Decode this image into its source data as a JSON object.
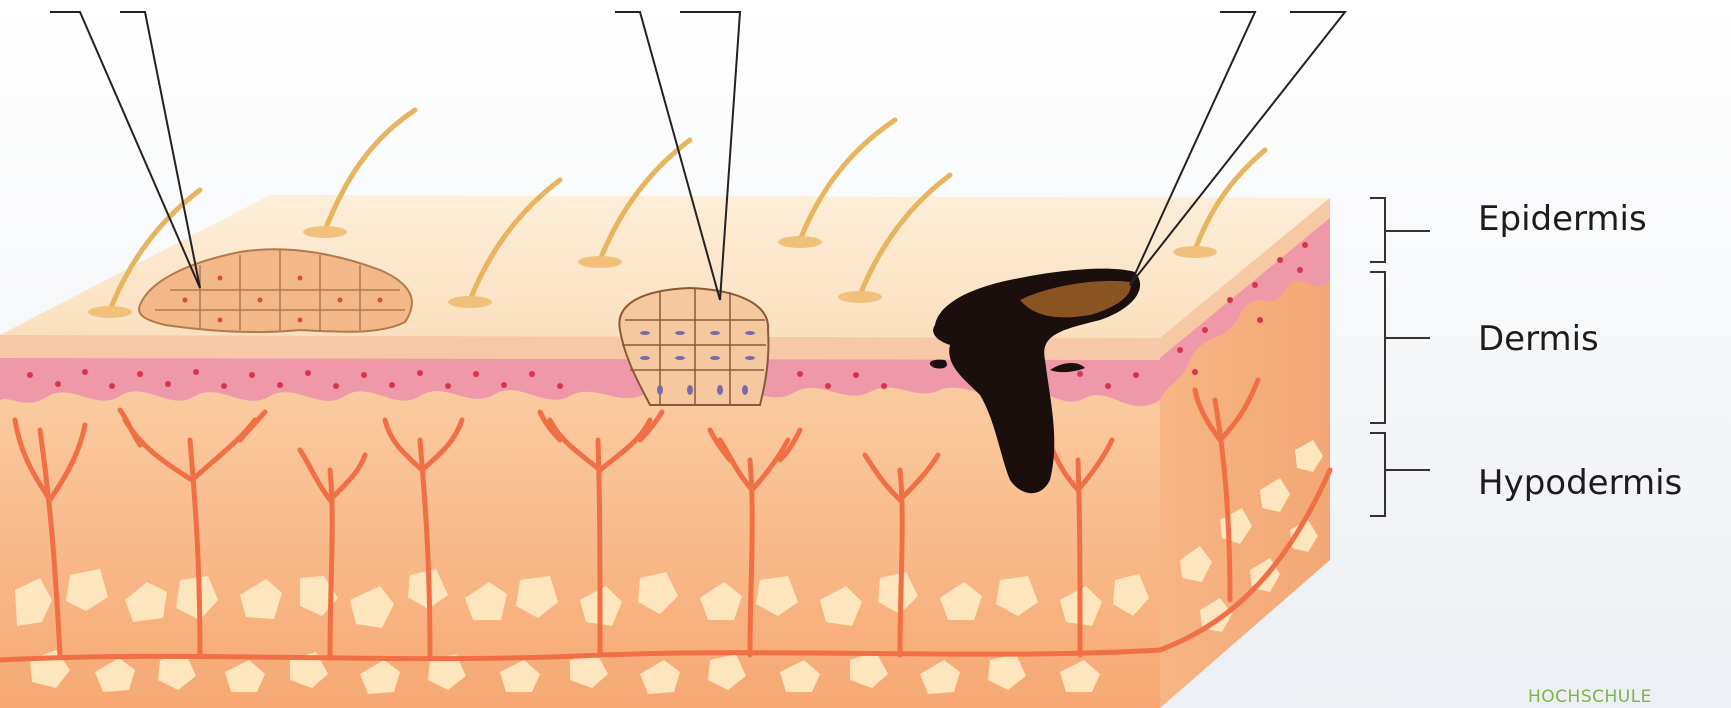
{
  "layers": {
    "epidermis": "Epidermis",
    "dermis": "Dermis",
    "hypodermis": "Hypodermis"
  },
  "footer": {
    "text": "HOCHSCHULE"
  },
  "colors": {
    "epidermis_top": "#fbe3c4",
    "epidermis_front": "#f8c7a3",
    "dermis_band": "#ee97a8",
    "dermis_dots": "#d8344e",
    "hypodermis": "#f7b486",
    "vessels": "#f06f45",
    "fat_cells": "#fde5bd",
    "hair": "#e8b45e",
    "melanoma": "#1a0f0c",
    "melanoma_highlight": "#8a5322",
    "lesion_cells": "#f3b88a",
    "leader_lines": "#222222",
    "label_text": "#1c1c1c",
    "footer_text": "#7ab648"
  }
}
